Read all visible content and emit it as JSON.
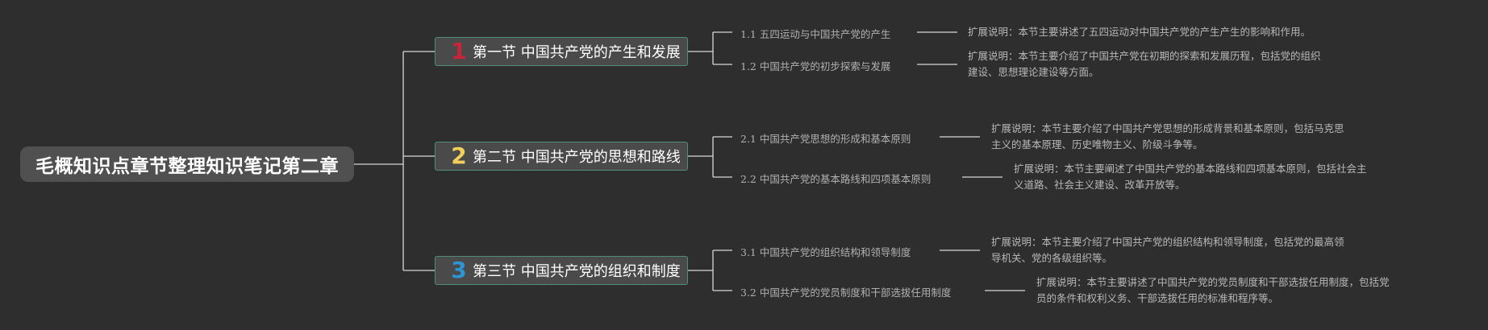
{
  "root": {
    "title": "毛概知识点章节整理知识笔记第二章"
  },
  "sections": [
    {
      "num": "1",
      "color": "#c8243a",
      "title": "第一节 中国共产党的产生和发展",
      "subs": [
        {
          "title": "1.1 五四运动与中国共产党的产生",
          "note_lines": [
            "扩展说明：本节主要讲述了五四运动对中国共产党的产生产生的影响和作用。"
          ]
        },
        {
          "title": "1.2 中国共产党的初步探索与发展",
          "note_lines": [
            "扩展说明：本节主要介绍了中国共产党在初期的探索和发展历程，包括党的组织",
            "建设、思想理论建设等方面。"
          ]
        }
      ]
    },
    {
      "num": "2",
      "color": "#f2cf5b",
      "title": "第二节 中国共产党的思想和路线",
      "subs": [
        {
          "title": "2.1 中国共产党思想的形成和基本原则",
          "note_lines": [
            "扩展说明：本节主要介绍了中国共产党思想的形成背景和基本原则，包括马克思",
            "主义的基本原理、历史唯物主义、阶级斗争等。"
          ]
        },
        {
          "title": "2.2 中国共产党的基本路线和四项基本原则",
          "note_lines": [
            "扩展说明：本节主要阐述了中国共产党的基本路线和四项基本原则，包括社会主",
            "义道路、社会主义建设、改革开放等。"
          ]
        }
      ]
    },
    {
      "num": "3",
      "color": "#2e95d3",
      "title": "第三节 中国共产党的组织和制度",
      "subs": [
        {
          "title": "3.1 中国共产党的组织结构和领导制度",
          "note_lines": [
            "扩展说明：本节主要介绍了中国共产党的组织结构和领导制度，包括党的最高领",
            "导机关、党的各级组织等。"
          ]
        },
        {
          "title": "3.2 中国共产党的党员制度和干部选拔任用制度",
          "note_lines": [
            "扩展说明：本节主要讲述了中国共产党的党员制度和干部选拔任用制度，包括党",
            "员的条件和权利义务、干部选拔任用的标准和程序等。"
          ]
        }
      ]
    }
  ]
}
